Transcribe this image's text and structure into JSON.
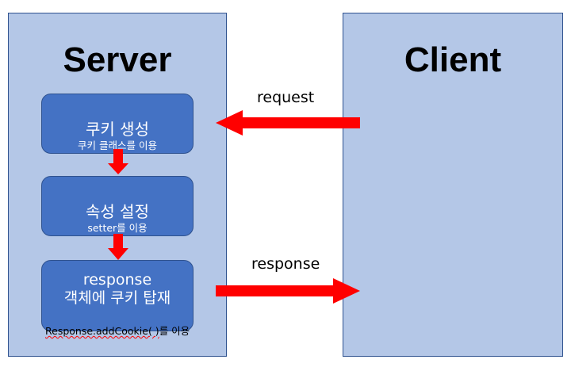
{
  "server": {
    "title": "Server",
    "steps": [
      {
        "main": "쿠키 생성",
        "sub": "쿠키 클래스를 이용"
      },
      {
        "main": "속성 설정",
        "sub": "setter를 이용"
      },
      {
        "main": "response",
        "main2": "객체에 쿠키 탑재"
      }
    ],
    "note_code": "Response.addCookie( )",
    "note_rest": "를 이용"
  },
  "client": {
    "title": "Client"
  },
  "edges": {
    "request": "request",
    "response": "response"
  },
  "colors": {
    "panel": "#b4c7e7",
    "box": "#4472c4",
    "arrow": "#ff0000"
  }
}
